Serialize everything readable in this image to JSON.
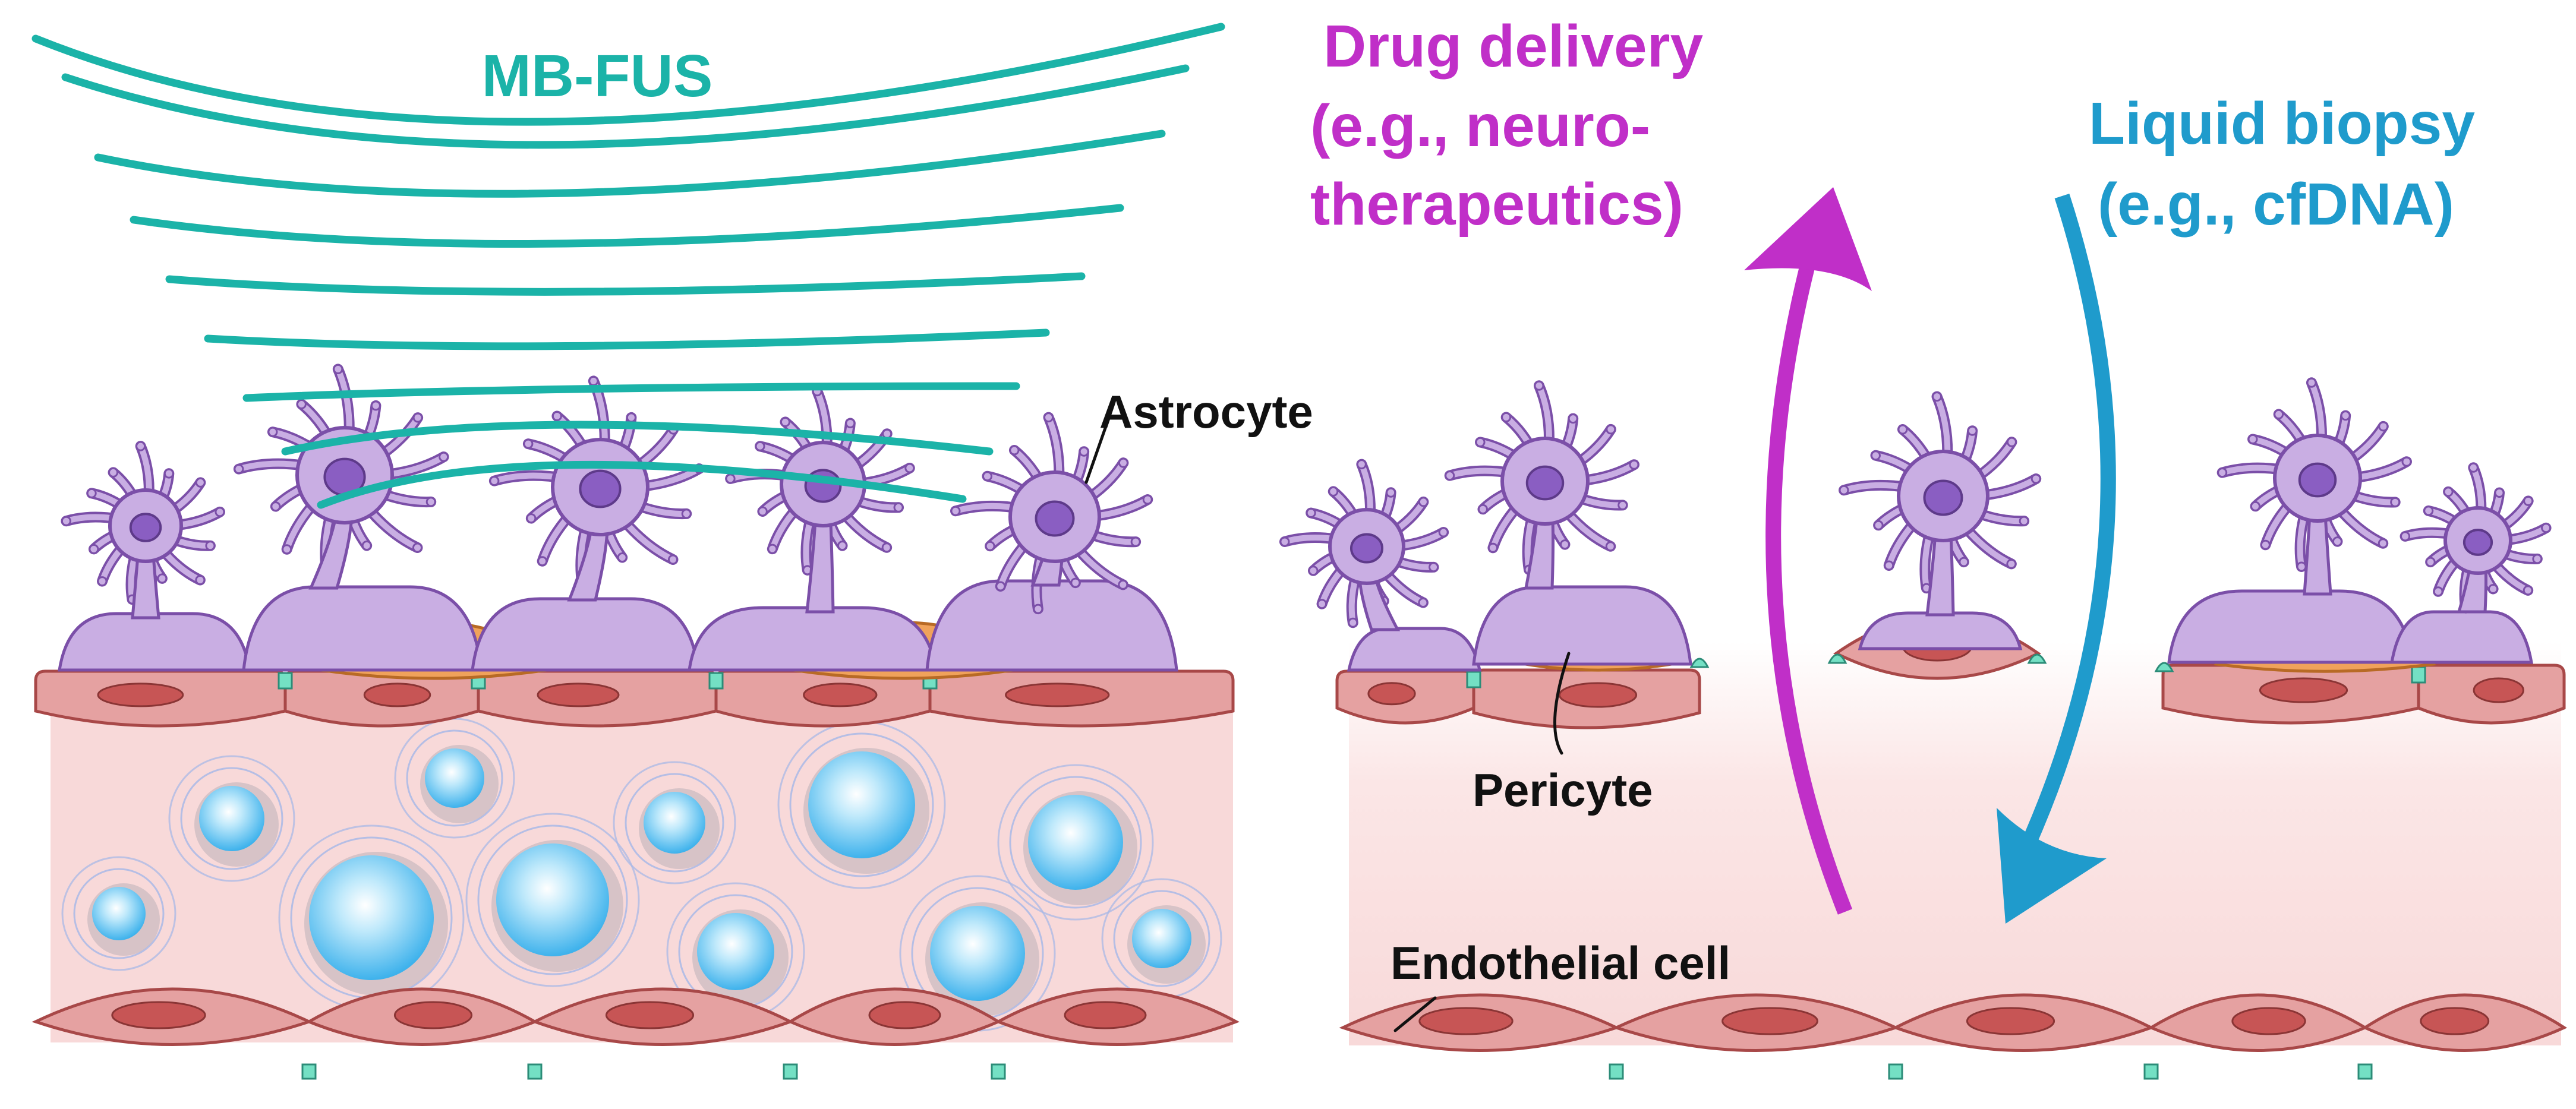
{
  "colors": {
    "fus": "#1bb3a8",
    "drug": "#c02fc8",
    "biopsy": "#1f9bcc",
    "astro_fill": "#c9aee3",
    "astro_stroke": "#7b4fa8",
    "astro_nucleus": "#8a5ec2",
    "endo_fill": "#e5a1a1",
    "endo_stroke": "#a84848",
    "endo_nucleus": "#c75555",
    "lumen": "#f8d9d9",
    "pericyte": "#f0a25b",
    "junction": "#74e0c4",
    "bubble": "#5fc5f2"
  },
  "labels": {
    "mbfus": "MB-FUS",
    "drug_line1": "Drug delivery",
    "drug_line2": "(e.g., neuro-",
    "drug_line3": "therapeutics)",
    "biopsy_line1": "Liquid biopsy",
    "biopsy_line2": "(e.g., cfDNA)",
    "astrocyte": "Astrocyte",
    "pericyte": "Pericyte",
    "endothelial": "Endothelial cell"
  }
}
